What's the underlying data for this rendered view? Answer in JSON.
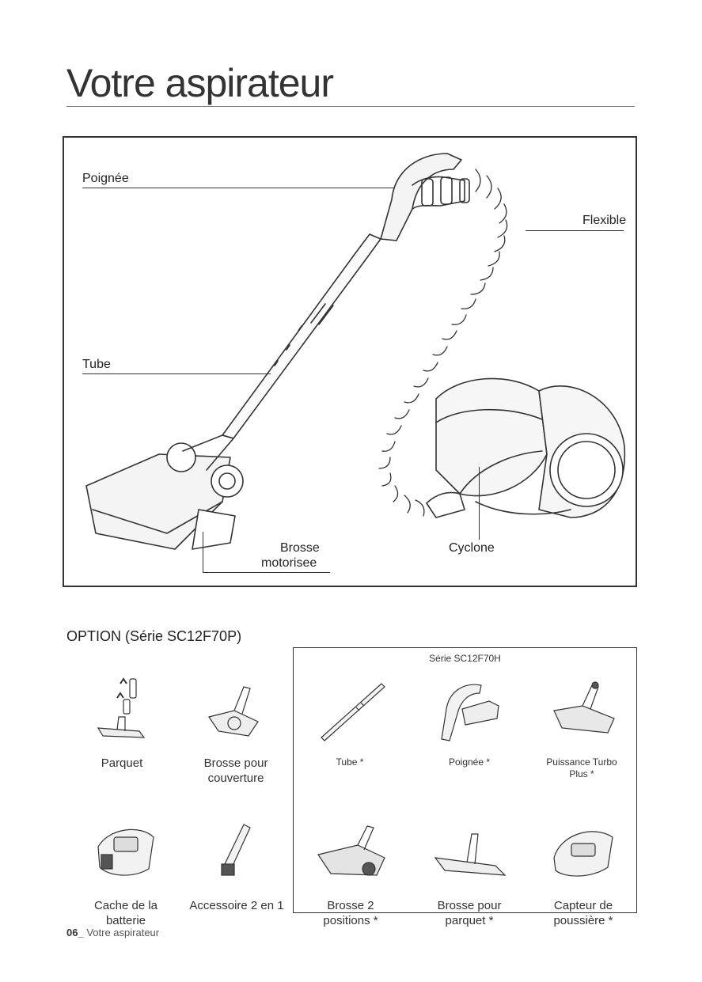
{
  "page_title": "Votre aspirateur",
  "main_figure": {
    "labels": {
      "handle": "Poignée",
      "hose": "Flexible",
      "tube": "Tube",
      "brush_line1": "Brosse",
      "brush_line2": "motorisee",
      "cyclone": "Cyclone"
    }
  },
  "options": {
    "title": "OPTION (Série SC12F70P)",
    "series_label": "Série SC12F70H",
    "left_items": [
      {
        "line1": "Parquet",
        "line2": ""
      },
      {
        "line1": "Brosse pour",
        "line2": "couverture"
      },
      {
        "line1": "Cache de la",
        "line2": "batterie"
      },
      {
        "line1": "Accessoire 2 en 1",
        "line2": ""
      }
    ],
    "series_items": [
      {
        "line1": "Tube *",
        "line2": ""
      },
      {
        "line1": "Poignée *",
        "line2": ""
      },
      {
        "line1": "Puissance Turbo",
        "line2": "Plus *"
      },
      {
        "line1": "Brosse 2",
        "line2": "positions *"
      },
      {
        "line1": "Brosse pour",
        "line2": "parquet *"
      },
      {
        "line1": "Capteur de",
        "line2": "poussière *"
      }
    ]
  },
  "footer": {
    "page_number": "06_",
    "section": "Votre aspirateur"
  }
}
